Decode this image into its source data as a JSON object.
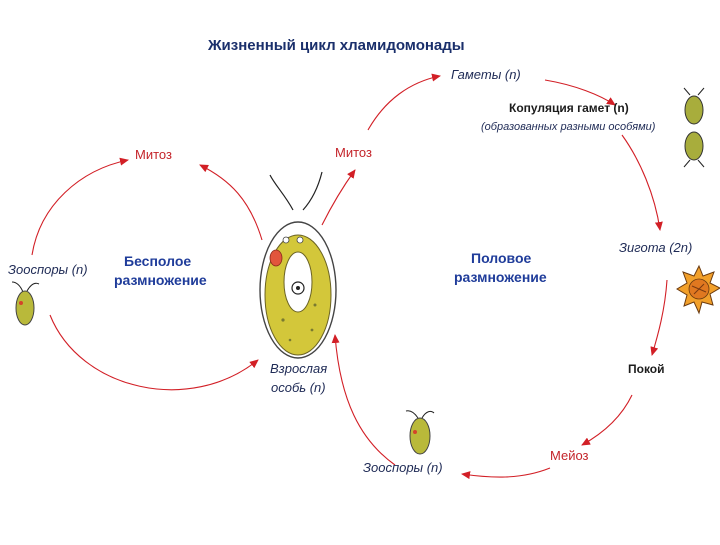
{
  "title": "Жизненный цикл хламидомонады",
  "labels": {
    "mitosis_left": "Митоз",
    "mitosis_right": "Митоз",
    "gametes": "Гаметы (n)",
    "copulation": "Копуляция гамет (n)",
    "copulation_note": "(образованных разными особями)",
    "zygote": "Зигота (2n)",
    "rest": "Покой",
    "meiosis": "Мейоз",
    "zoospores_left": "Зооспоры (n)",
    "zoospores_bottom": "Зооспоры (n)",
    "adult_line1": "Взрослая",
    "adult_line2": "особь (n)",
    "asexual_line1": "Бесполое",
    "asexual_line2": "размножение",
    "sexual_line1": "Половое",
    "sexual_line2": "размножение"
  },
  "colors": {
    "arrow": "#d21f26",
    "title": "#1a2f6b",
    "cycle_label": "#1f3c9a",
    "cell_fill": "#d3c73a",
    "cell_stroke": "#5a5a20",
    "zygote_fill": "#f2a02a"
  }
}
